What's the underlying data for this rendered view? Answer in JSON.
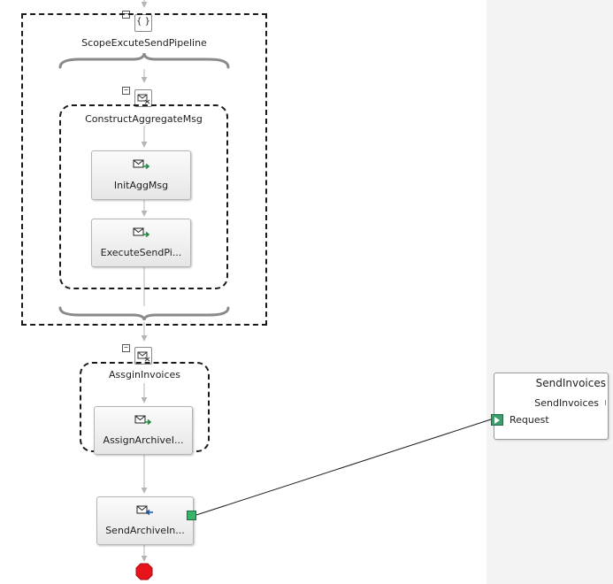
{
  "designer": {
    "scope": {
      "name": "ScopeExcuteSendPipeline",
      "icon": "scope-braces-icon",
      "glyph": "{ }"
    },
    "construct_aggregate": {
      "name": "ConstructAggregateMsg",
      "icon": "construct-message-icon",
      "shapes": [
        {
          "label": "InitAggMsg",
          "icon": "message-assign-icon"
        },
        {
          "label": "ExecuteSendPi...",
          "icon": "message-assign-icon"
        }
      ]
    },
    "construct_invoices": {
      "name": "AssginInvoices",
      "icon": "construct-message-icon",
      "shapes": [
        {
          "label": "AssignArchiveI...",
          "icon": "message-assign-icon"
        }
      ]
    },
    "send_shape": {
      "label": "SendArchiveIn...",
      "icon": "send-message-icon"
    },
    "end_shape": {
      "icon": "stop-end-icon"
    },
    "collapse_glyph": "−"
  },
  "port": {
    "name": "SendInvoices",
    "operation": "SendInvoices",
    "message": "Request"
  },
  "colors": {
    "port_surface_bg": "#f3f3f3",
    "connector_green": "#39b36a",
    "end_red": "#e8141c"
  }
}
